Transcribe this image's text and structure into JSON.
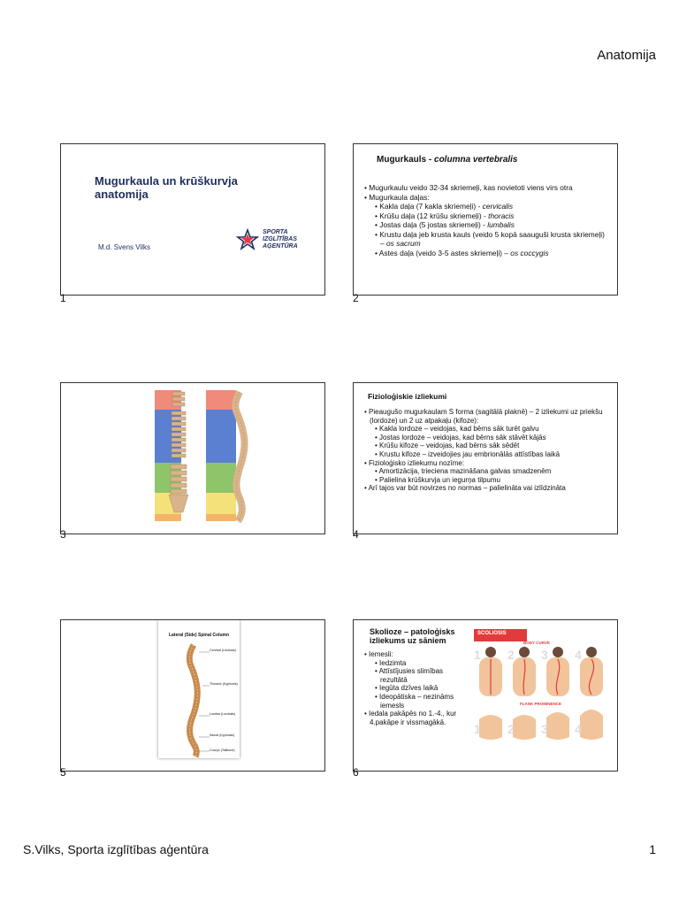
{
  "header": {
    "title": "Anatomija"
  },
  "footer": {
    "left": "S.Vilks, Sporta izglītības aģentūra",
    "page": "1"
  },
  "slides": [
    {
      "number": "1",
      "title": "Mugurkaula un krūškurvja anatomija",
      "author": "M.d. Svens Vilks",
      "logo": {
        "line1": "SPORTA",
        "line2": "IZGLĪTĪBAS",
        "line3": "AĢENTŪRA",
        "star_color": "#e63946",
        "accent": "#1f2f5c"
      }
    },
    {
      "number": "2",
      "title_main": "Mugurkauls - ",
      "title_italic": "columna vertebralis",
      "bullets": [
        {
          "level": 0,
          "text": "Mugurkaulu veido 32-34 skriemeļi, kas novietoti viens virs otra"
        },
        {
          "level": 0,
          "text": "Mugurkaula daļas:"
        },
        {
          "level": 1,
          "text": "Kakla daļa (7 kakla skriemeļi) - ",
          "italic": "cervicalis"
        },
        {
          "level": 1,
          "text": "Krūšu daļa (12 krūšu skriemeļi) - ",
          "italic": "thoracis"
        },
        {
          "level": 1,
          "text": "Jostas daļa (5 jostas skriemeļi) - ",
          "italic": "lumbalis"
        },
        {
          "level": 1,
          "text": "Krustu daļa jeb krusta kauls (veido 5 kopā saauguši krusta skriemeļi) – ",
          "italic": "os sacrum"
        },
        {
          "level": 1,
          "text": "Astes daļa (veido 3-5 astes skriemeļi) – ",
          "italic": "os coccygis"
        }
      ]
    },
    {
      "number": "3",
      "colors": {
        "cervical": "#f08a7a",
        "thoracic": "#5b7fd1",
        "lumbar": "#8fc46a",
        "sacral": "#f5e17a",
        "bone": "#d9b48a"
      }
    },
    {
      "number": "4",
      "title": "Fizioloģiskie izliekumi",
      "bullets": [
        {
          "level": 0,
          "text": "Pieaugušo mugurkaulam S forma (sagitālā plaknē) – 2 izliekumi uz priekšu (lordoze) un 2 uz atpakaļu (kifoze):"
        },
        {
          "level": 1,
          "text": "Kakla lordoze – veidojas, kad bērns sāk turēt galvu"
        },
        {
          "level": 1,
          "text": "Jostas lordoze – veidojas, kad bērns sāk stāvēt kājās"
        },
        {
          "level": 1,
          "text": "Krūšu kifoze – veidojas, kad bērns sāk sēdēt"
        },
        {
          "level": 1,
          "text": "Krustu kifoze – izveidojies jau embrionālās attīstības laikā"
        },
        {
          "level": 0,
          "text": "Fizioloģisko izliekumu nozīme:"
        },
        {
          "level": 1,
          "text": "Amortizācija, trieciena mazināšana galvas smadzenēm"
        },
        {
          "level": 1,
          "text": "Palielina krūškurvja un iegurņa tilpumu"
        },
        {
          "level": 0,
          "text": "Arī tajos var būt novirzes no normas – palielināta vai izlīdzināta"
        }
      ]
    },
    {
      "number": "5",
      "diagram_title": "Lateral (Side) Spinal Column",
      "labels": [
        "Cervical (Lordosis)",
        "Thoracic (Kyphosis)",
        "Lumbar (Lordosis)",
        "Sacral (Kyphosis)",
        "Coccyx (Tailbone)"
      ]
    },
    {
      "number": "6",
      "title": "Skolioze – patoloģisks izliekums uz sāniem",
      "bullets": [
        {
          "level": 0,
          "text": "Iemesli:"
        },
        {
          "level": 1,
          "text": "Iedzimta"
        },
        {
          "level": 1,
          "text": "Attīstījusies slimības rezultātā"
        },
        {
          "level": 1,
          "text": "Iegūta dzīves laikā"
        },
        {
          "level": 1,
          "text": "Ideopātiska – nezināms iemesls"
        },
        {
          "level": 0,
          "text": "Iedala pakāpēs no 1.-4., kur 4.pakāpe ir vissmagākā."
        }
      ],
      "banner": "SCOLIOSIS",
      "body_curve_label": "BODY CURVE",
      "flank_label": "FLANK PROMINENCE",
      "stages": [
        "1",
        "2",
        "3",
        "4"
      ],
      "skin_color": "#f2c49b",
      "red": "#e23b3b"
    }
  ]
}
